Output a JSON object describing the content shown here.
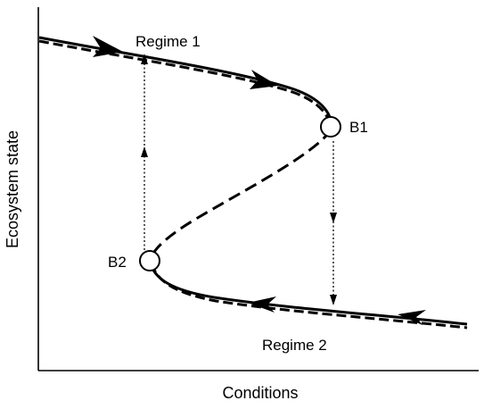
{
  "diagram": {
    "axes": {
      "x_label": "Conditions",
      "y_label": "Ecosystem state"
    },
    "regimes": [
      {
        "id": "regime-1",
        "label": "Regime 1"
      },
      {
        "id": "regime-2",
        "label": "Regime 2"
      }
    ],
    "bifurcation_points": [
      {
        "id": "b1",
        "label": "B1"
      },
      {
        "id": "b2",
        "label": "B2"
      }
    ],
    "colors": {
      "line": "#000000",
      "background": "#ffffff"
    }
  }
}
